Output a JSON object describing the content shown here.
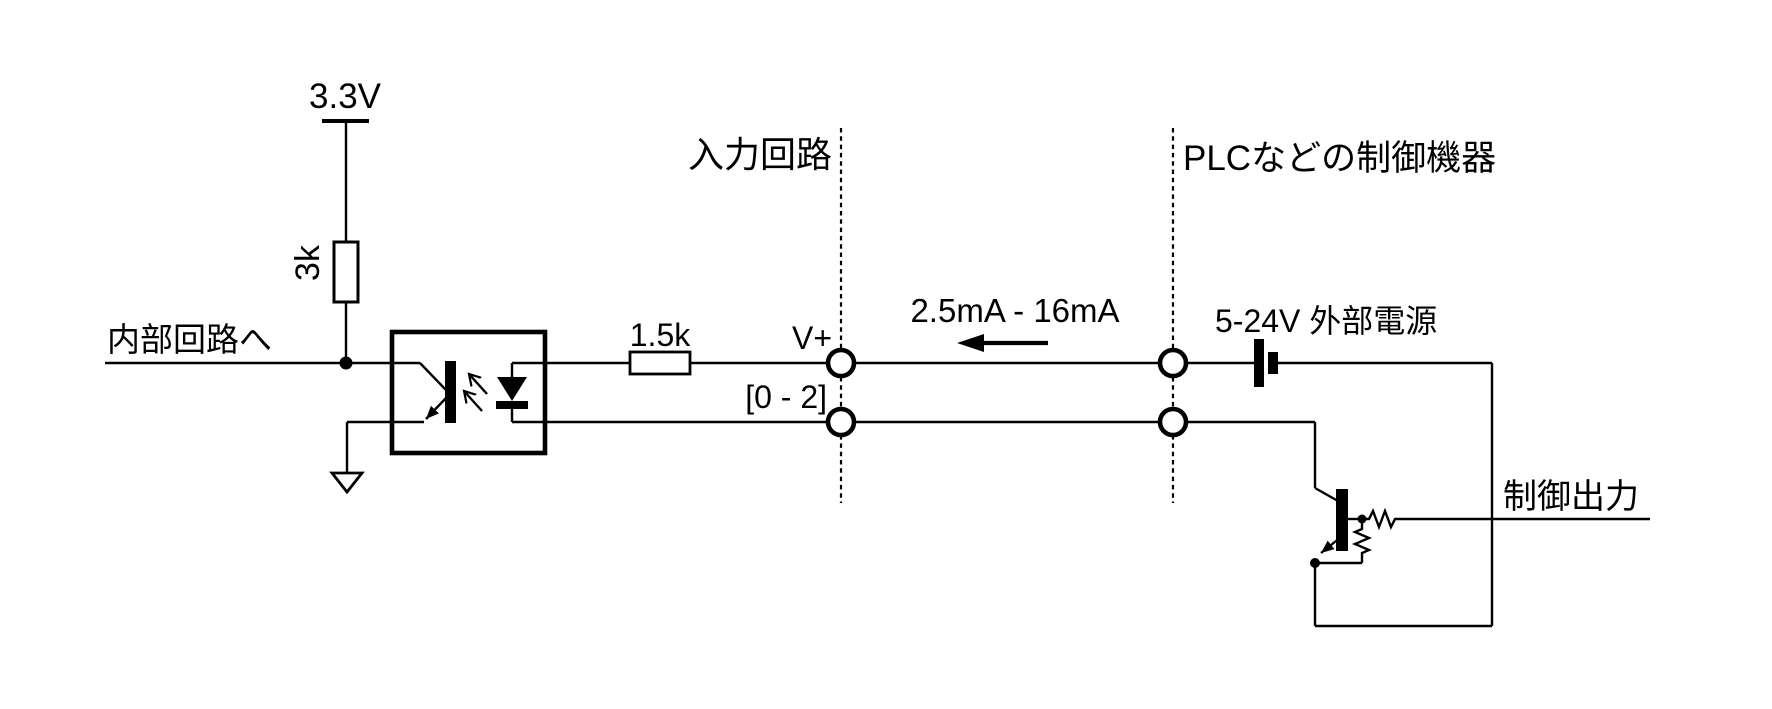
{
  "diagram": {
    "background_color": "#ffffff",
    "line_color": "#000000",
    "labels": {
      "supply_voltage": "3.3V",
      "pullup_resistor": "3k",
      "internal_circuit": "内部回路へ",
      "input_circuit_section": "入力回路",
      "series_resistor": "1.5k",
      "terminal_vplus": "V+",
      "terminal_range": "[0 - 2]",
      "current_range": "2.5mA - 16mA",
      "plc_section": "PLCなどの制御機器",
      "external_supply": "5-24V 外部電源",
      "control_output": "制御出力"
    },
    "symbols": [
      "power-rail-symbol",
      "resistor-box-symbol",
      "junction-dot",
      "optocoupler-symbol",
      "phototransistor-symbol",
      "led-symbol",
      "light-arrows-icon",
      "ground-symbol",
      "terminal-circle",
      "boundary-dashed-line",
      "current-direction-arrow",
      "battery-symbol",
      "npn-transistor-symbol",
      "zigzag-resistor-symbol"
    ]
  }
}
